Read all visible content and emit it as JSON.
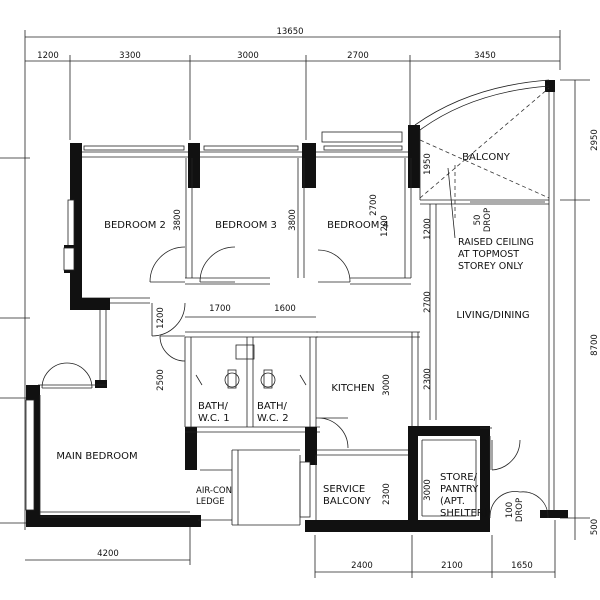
{
  "plan": {
    "overall_top_dim": "13650",
    "top_dims": [
      "1200",
      "3300",
      "3000",
      "2700",
      "3450"
    ],
    "right_dims": [
      "2950",
      "8700",
      "500"
    ],
    "bottom_dims": {
      "main_bedroom": "4200",
      "kitchen": "2400",
      "store": "2100",
      "balcony_end": "1650"
    },
    "interior_dims": {
      "bed2_h": "3800",
      "bed3_h": "3800",
      "bed4_h": "2700",
      "bed4_w": "1200",
      "corridor": "1200",
      "bath1_w": "1700",
      "bath2_w": "1600",
      "bath_h": "2500",
      "kitchen_h": "3000",
      "kitchen_w": "2300",
      "service_h": "2300",
      "store_h": "3000",
      "balcony_h": "1950",
      "balcony_lower": "1200",
      "living_h": "2700",
      "drop_50": "50\nDROP",
      "drop_100": "100\nDROP"
    },
    "rooms": {
      "bedroom2": "BEDROOM 2",
      "bedroom3": "BEDROOM 3",
      "bedroom4": "BEDROOM 4",
      "balcony": "BALCONY",
      "living": "LIVING/DINING",
      "kitchen": "KITCHEN",
      "main_bedroom": "MAIN BEDROOM",
      "bath1_l1": "BATH/",
      "bath1_l2": "W.C. 1",
      "bath2_l1": "BATH/",
      "bath2_l2": "W.C. 2",
      "aircon_l1": "AIR-CON",
      "aircon_l2": "LEDGE",
      "service_l1": "SERVICE",
      "service_l2": "BALCONY",
      "store_l1": "STORE/",
      "store_l2": "PANTRY",
      "store_l3": "(APT.",
      "store_l4": "SHELTER)"
    },
    "note": {
      "l1": "RAISED CEILING",
      "l2": "AT TOPMOST",
      "l3": "STOREY ONLY"
    },
    "drop_labels": {
      "a1": "50",
      "a2": "DROP",
      "b1": "100",
      "b2": "DROP"
    }
  }
}
